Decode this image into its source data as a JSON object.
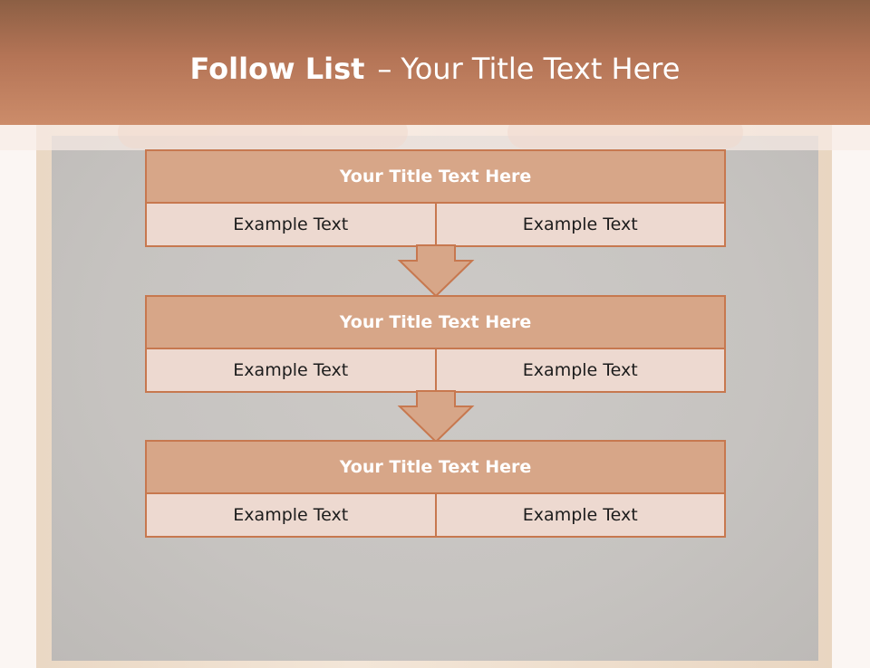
{
  "slide": {
    "title_bold": "Follow List",
    "title_dash": "–",
    "title_rest": "Your Title Text Here"
  },
  "blocks": [
    {
      "title": "Your Title Text Here",
      "left": "Example Text",
      "right": "Example Text"
    },
    {
      "title": "Your Title Text Here",
      "left": "Example Text",
      "right": "Example Text"
    },
    {
      "title": "Your Title Text Here",
      "left": "Example Text",
      "right": "Example Text"
    }
  ],
  "colors": {
    "header": "#c4855f",
    "block_head": "#d7a688",
    "block_body": "#edd9d0",
    "border": "#c7784f"
  }
}
